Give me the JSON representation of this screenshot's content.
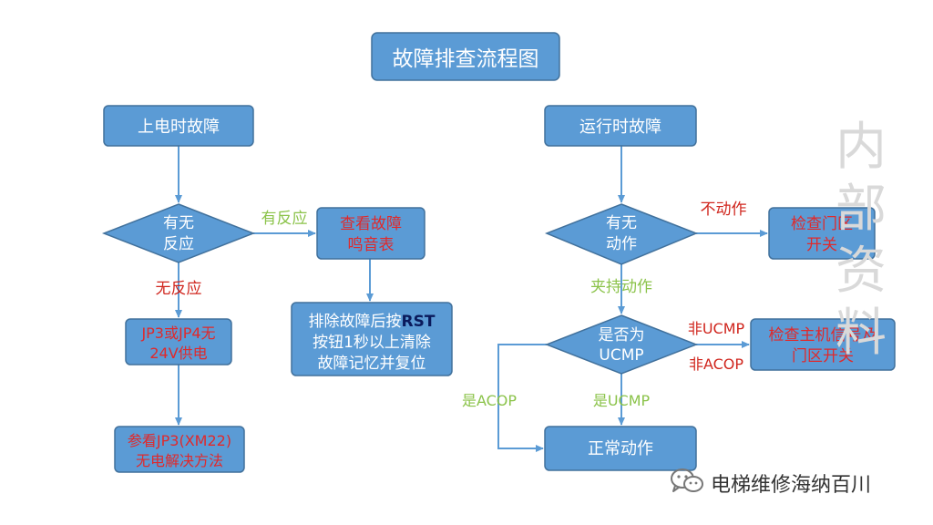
{
  "title": "故障排查流程图",
  "colors": {
    "box_fill": "#5b9bd5",
    "box_stroke": "#41719c",
    "connector": "#5b9bd5",
    "text_white": "#ffffff",
    "text_red": "#e0292b",
    "label_green": "#8bc34a",
    "label_red": "#d0261e",
    "watermark": "#d9d9d9"
  },
  "left_branch": {
    "start": "上电时故障",
    "decision": [
      "有无",
      "反应"
    ],
    "yes_label": "有反应",
    "no_label": "无反应",
    "check_beep": [
      "查看故障",
      "鸣音表"
    ],
    "clear_fault": [
      "排除故障后按",
      "RST",
      "按钮1秒以上清除",
      "故障记忆并复位"
    ],
    "no_power": [
      "JP3或JP4无",
      "24V供电"
    ],
    "solution": [
      "参看JP3(XM22)",
      "无电解决方法"
    ]
  },
  "right_branch": {
    "start": "运行时故障",
    "decision": [
      "有无",
      "动作"
    ],
    "no_action_label": "不动作",
    "check_door": [
      "检查门区",
      "开关"
    ],
    "clamp_label": "夹持动作",
    "ucmp_decision": [
      "是否为",
      "UCMP"
    ],
    "non_ucmp_label": "非UCMP",
    "non_acop_label": "非ACOP",
    "check_host": [
      "检查主机信号及",
      "门区开关"
    ],
    "is_acop_label": "是ACOP",
    "is_ucmp_label": "是UCMP",
    "normal": "正常动作"
  },
  "watermark": "内部资料",
  "brand": {
    "icon": "wechat-icon",
    "text": "电梯维修海纳百川"
  }
}
